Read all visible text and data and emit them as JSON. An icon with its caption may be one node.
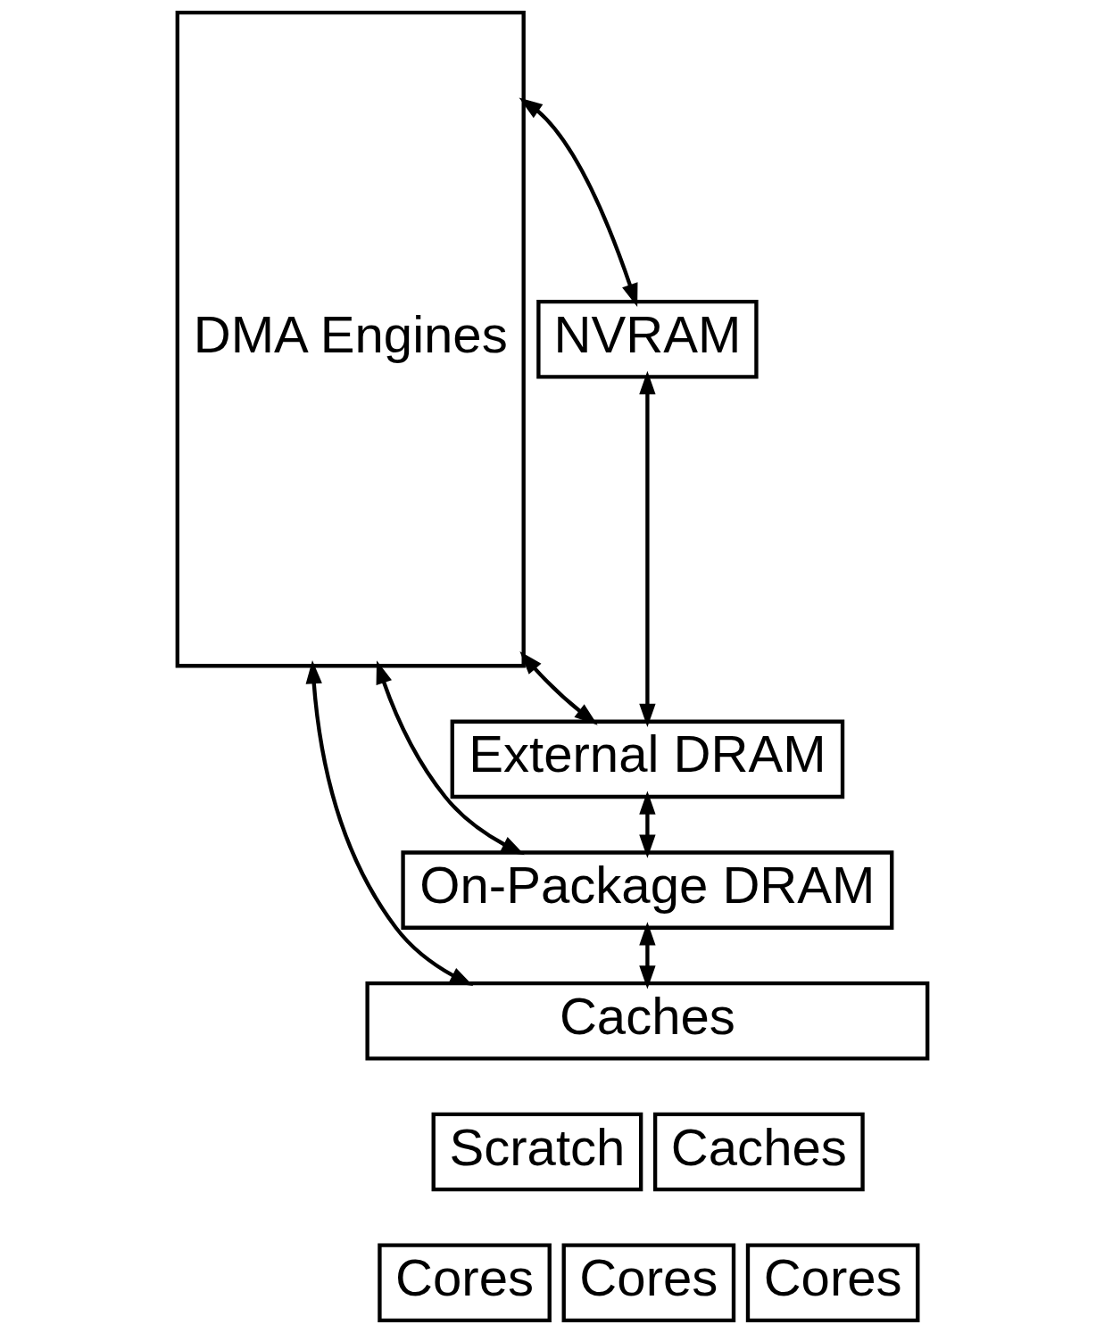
{
  "diagram": {
    "nodes": [
      {
        "text": [
          "DMA Engines"
        ]
      },
      {
        "text": [
          "NVRAM"
        ]
      },
      {
        "text": [
          "External DRAM"
        ]
      },
      {
        "text": [
          "On-Package DRAM"
        ]
      },
      {
        "text": [
          "Caches"
        ]
      },
      {
        "text": [
          "Scratch"
        ]
      },
      {
        "text": [
          "Caches"
        ]
      },
      {
        "text": [
          "Cores"
        ]
      },
      {
        "text": [
          "Cores"
        ]
      },
      {
        "text": [
          "Cores"
        ]
      }
    ],
    "edges": [
      {
        "from": 0,
        "to": 1,
        "arrow": "both"
      },
      {
        "from": 1,
        "to": 2,
        "arrow": "both"
      },
      {
        "from": 0,
        "to": 2,
        "arrow": "both"
      },
      {
        "from": 2,
        "to": 3,
        "arrow": "both"
      },
      {
        "from": 0,
        "to": 3,
        "arrow": "both"
      },
      {
        "from": 3,
        "to": 4,
        "arrow": "both"
      },
      {
        "from": 0,
        "to": 4,
        "arrow": "both"
      }
    ]
  }
}
